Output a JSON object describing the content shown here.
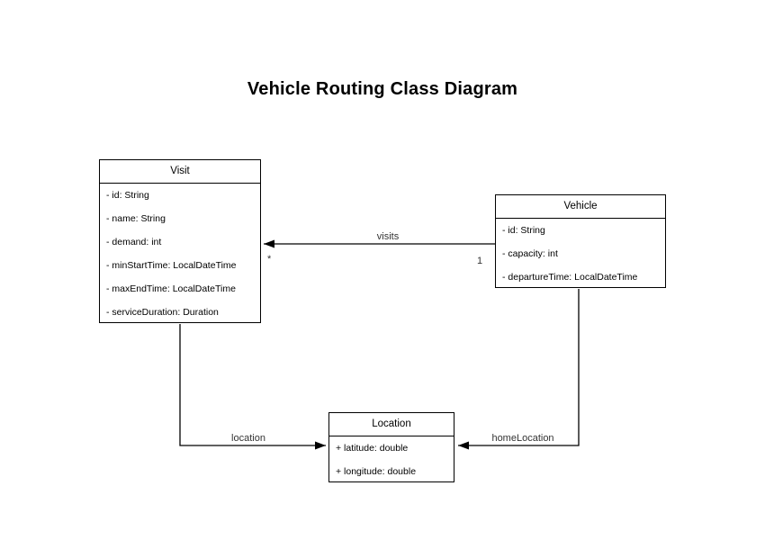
{
  "title": "Vehicle Routing Class Diagram",
  "classes": {
    "visit": {
      "name": "Visit",
      "attributes": [
        "- id: String",
        "- name: String",
        "- demand: int",
        "- minStartTime: LocalDateTime",
        "- maxEndTime: LocalDateTime",
        "- serviceDuration: Duration"
      ]
    },
    "vehicle": {
      "name": "Vehicle",
      "attributes": [
        "- id: String",
        "- capacity: int",
        "- departureTime: LocalDateTime"
      ]
    },
    "location": {
      "name": "Location",
      "attributes": [
        "+ latitude: double",
        "+ longitude: double"
      ]
    }
  },
  "connectors": {
    "visits": {
      "label": "visits",
      "source_class": "Vehicle",
      "target_class": "Visit",
      "source_multiplicity": "1",
      "target_multiplicity": "*"
    },
    "location": {
      "label": "location",
      "source_class": "Visit",
      "target_class": "Location"
    },
    "homeLocation": {
      "label": "homeLocation",
      "source_class": "Vehicle",
      "target_class": "Location"
    }
  },
  "colors": {
    "stroke": "#000000",
    "background": "#ffffff",
    "label_text": "#333333"
  }
}
